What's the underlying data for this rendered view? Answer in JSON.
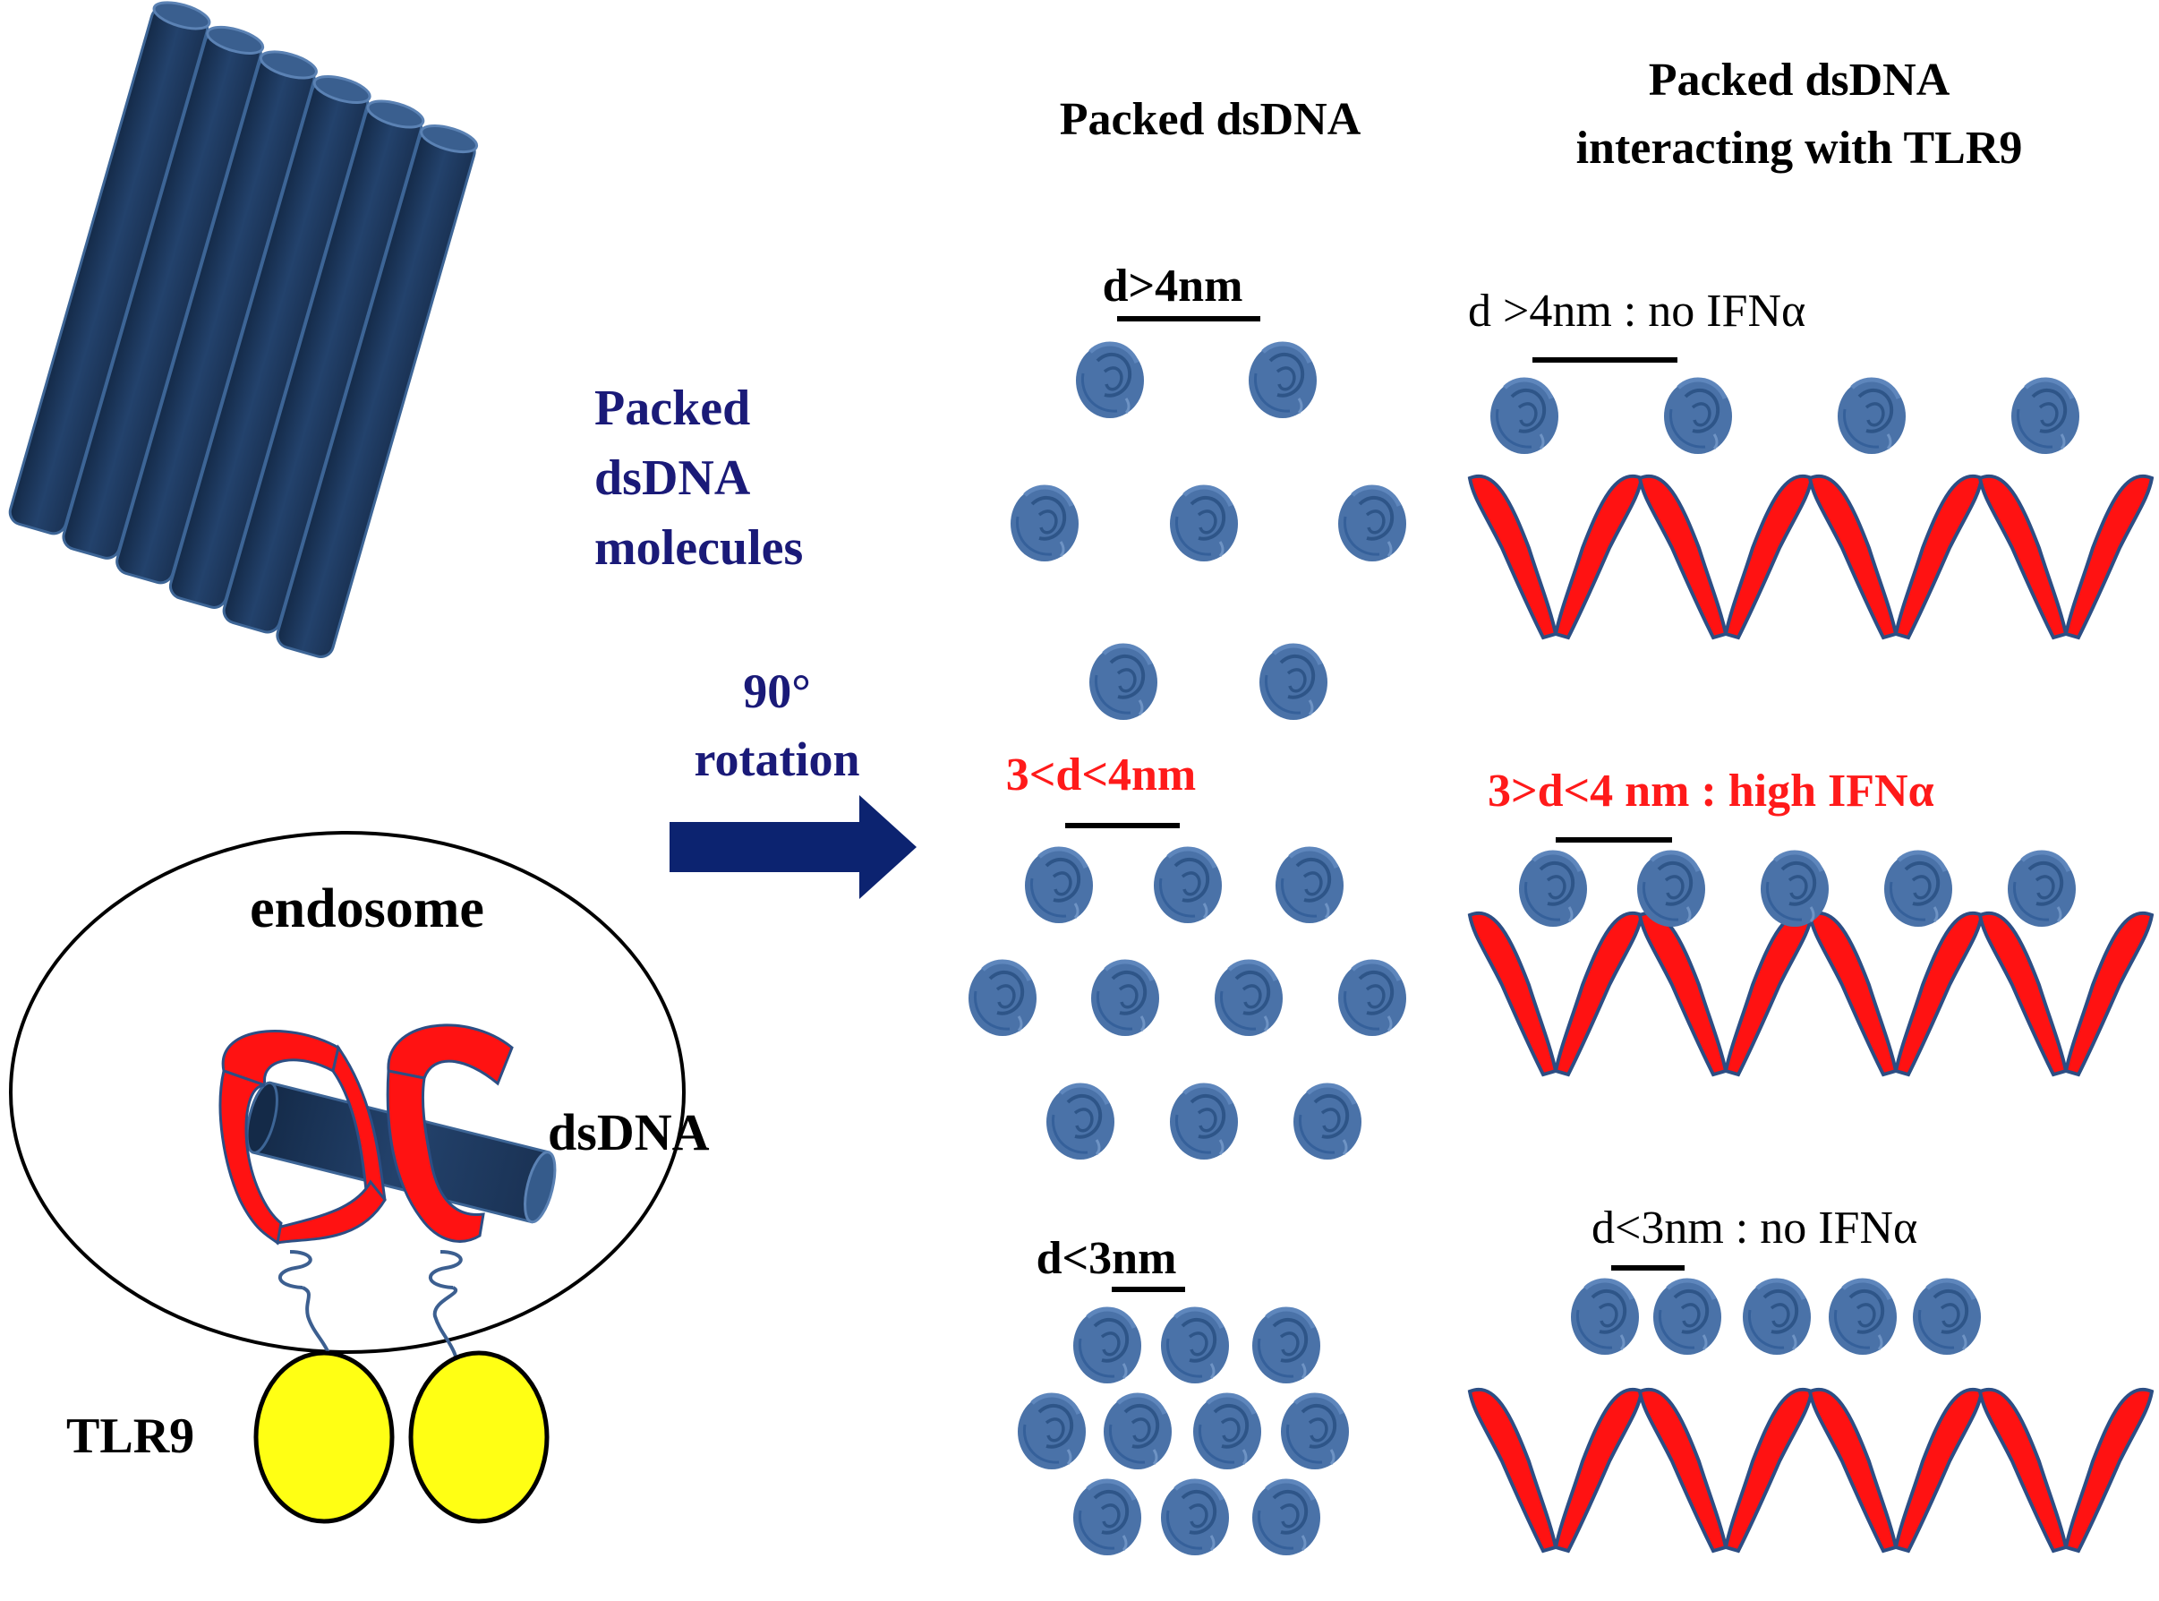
{
  "left_panel": {
    "molecules_label": [
      "Packed",
      "dsDNA",
      "molecules"
    ],
    "rotation_label": [
      "90°",
      "rotation"
    ],
    "endosome_label": "endosome",
    "dsdna_label": "dsDNA",
    "tlr9_label": "TLR9"
  },
  "headers": {
    "packed": "Packed dsDNA",
    "interacting": [
      "Packed dsDNA",
      "interacting with TLR9"
    ]
  },
  "rows": [
    {
      "spacing_label": "d>4nm",
      "interaction_label": "d >4nm : no IFNα",
      "label_color": "#000000",
      "cross_section_count": 7,
      "ligand_count": 4
    },
    {
      "spacing_label": "3<d<4nm",
      "interaction_label": "3>d<4 nm : high IFNα",
      "label_color": "#ff1a1a",
      "cross_section_count": 10,
      "ligand_count": 5
    },
    {
      "spacing_label": "d<3nm",
      "interaction_label": "d<3nm : no IFNα",
      "label_color": "#000000",
      "cross_section_count": 10,
      "ligand_count": 5
    }
  ],
  "colors": {
    "dna_dark": "#1c3558",
    "dna_cross_section": "#4a72a8",
    "tlr9_red": "#ff1212",
    "tlr9_outline": "#2c4e84",
    "tlr9_yellow": "#ffff14",
    "arrow": "#0c2370",
    "molecule_text": "#1a1a78"
  }
}
